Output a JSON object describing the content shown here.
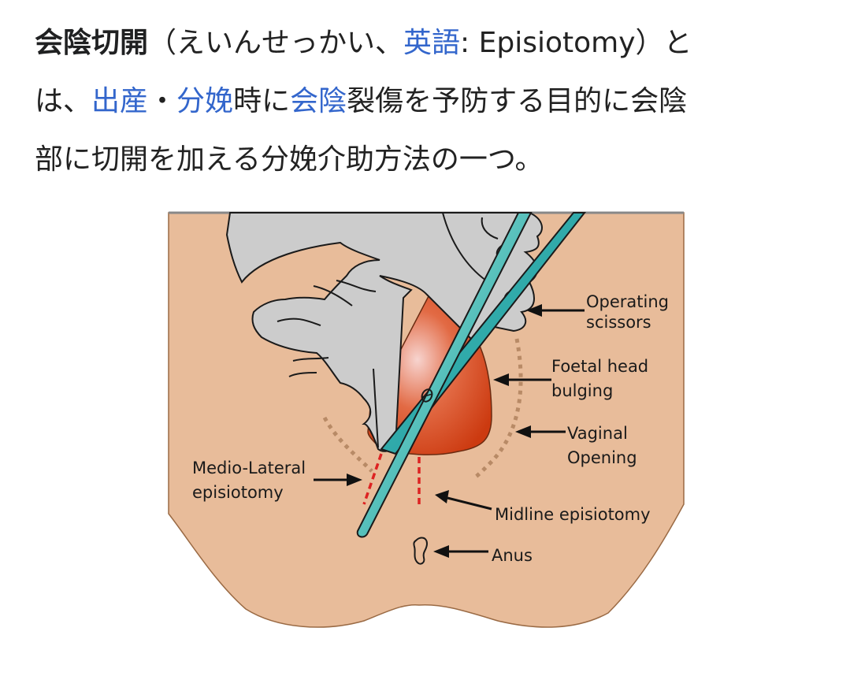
{
  "article": {
    "term": "会陰切開",
    "reading_open": "（えいんせっかい、",
    "lang_link": "英語",
    "english": ": Episiotomy）と",
    "line2_start": "は、",
    "link_birth": "出産",
    "dot": "・",
    "link_delivery": "分娩",
    "text_toki": "時に",
    "link_perineum": "会陰",
    "text_mid": "裂傷を予防する目的に会陰",
    "line3": "部に切開を加える分娩介助方法の一つ。"
  },
  "figure": {
    "labels": {
      "operating_1": "Operating",
      "operating_2": "scissors",
      "foetal_1": "Foetal head",
      "foetal_2": "bulging",
      "vaginal_1": "Vaginal",
      "vaginal_2": "Opening",
      "medio_1": "Medio-Lateral",
      "medio_2": "episiotomy",
      "midline": "Midline episiotomy",
      "anus": "Anus"
    },
    "colors": {
      "skin": "#e8bc9a",
      "glove": "#cccccc",
      "head": "#d9461c",
      "scissors": "#3aa8a8",
      "incision": "#dd2222",
      "link": "#3366cc"
    }
  }
}
